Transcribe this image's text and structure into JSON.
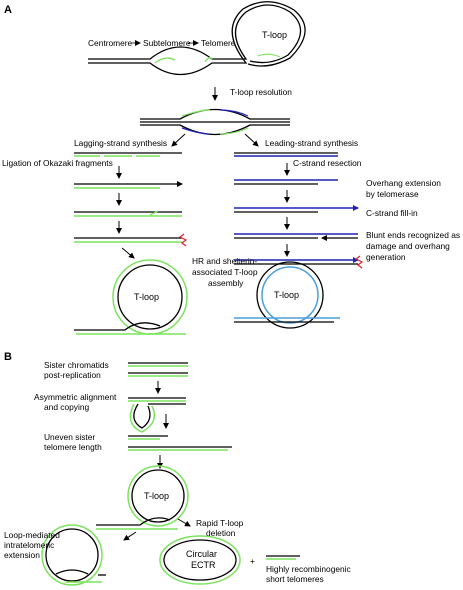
{
  "panel_a": {
    "letter": "A",
    "centromere": "Centromere",
    "subtelomere": "Subtelomere",
    "telomere": "Telomere",
    "t_loop": "T-loop",
    "t_loop_resolution": "T-loop resolution",
    "lagging": "Lagging-strand synthesis",
    "leading": "Leading-strand synthesis",
    "ligation": "Ligation of Okazaki fragments",
    "c_strand_resection": "C-strand resection",
    "overhang_ext_1": "Overhang extension",
    "overhang_ext_2": "by telomerase",
    "c_strand_fill": "C-strand fill-in",
    "blunt_1": "Blunt ends recognized as",
    "blunt_2": "damage and overhang",
    "blunt_3": "generation",
    "hr_1": "HR and shelterin-",
    "hr_2": "associated T-loop",
    "hr_3": "assembly",
    "t_loop_left": "T-loop",
    "t_loop_right": "T-loop"
  },
  "panel_b": {
    "letter": "B",
    "sister_1": "Sister chromatids",
    "sister_2": "post-replication",
    "asym_1": "Asymmetric alignment",
    "asym_2": "and copying",
    "uneven_1": "Uneven sister",
    "uneven_2": "telomere length",
    "t_loop": "T-loop",
    "rapid_1": "Rapid T-loop",
    "rapid_2": "deletion",
    "loop_med_1": "Loop-mediated",
    "loop_med_2": "intratelomeric",
    "loop_med_3": "extension",
    "circular_1": "Circular",
    "circular_2": "ECTR",
    "plus": "+",
    "highly": "Highly recombinogenic",
    "short": "short telomeres"
  },
  "colors": {
    "black": "#000000",
    "green": "#7ce35f",
    "blue": "#1f23b5",
    "light_blue": "#4b9fd9",
    "red": "#e0202a"
  }
}
